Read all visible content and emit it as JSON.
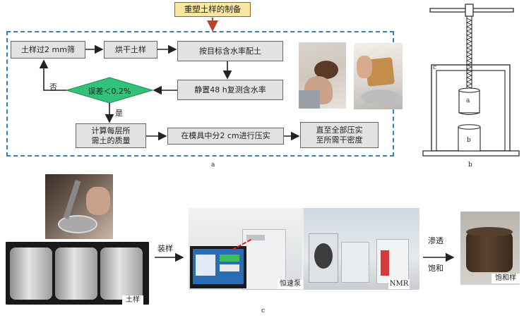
{
  "panel_a": {
    "title": "重塑土样的制备",
    "label": "a",
    "steps": {
      "sieve": "土样过2 mm筛",
      "dry": "烘干土样",
      "water": "按目标含水率配土",
      "rest": "静置48 h复测含水率",
      "calc_line1": "计算每层所",
      "calc_line2": "需土的质量",
      "compact": "在模具中分2 cm进行压实",
      "final_line1": "直至全部压实",
      "final_line2": "至所需干密度"
    },
    "decision": "误差＜0.2%",
    "no_label": "否",
    "yes_label": "是"
  },
  "panel_b": {
    "label": "b",
    "part_c": "c",
    "part_a": "a",
    "part_b": "b"
  },
  "panel_c": {
    "label": "c",
    "soil_label": "土样",
    "load_label": "装样",
    "pump_label": "恒速泵",
    "nmr_label": "NMR",
    "seep_label": "渗透",
    "saturate_label": "饱和",
    "sat_sample_label": "饱和样"
  },
  "colors": {
    "arrow_red": "#b5472b",
    "dash_blue": "#2f7fc4",
    "diamond_green": "#33c27a",
    "box_gray": "#e2e2e2"
  }
}
